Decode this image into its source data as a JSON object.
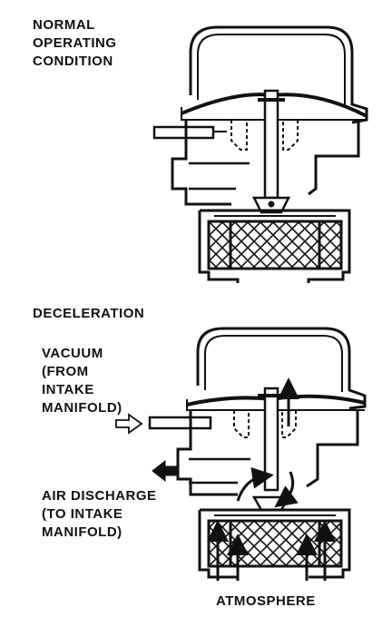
{
  "labels": {
    "top_condition": "NORMAL\nOPERATING\nCONDITION",
    "second_condition": "DECELERATION",
    "vacuum": "VACUUM\n(FROM\nINTAKE\nMANIFOLD)",
    "air_discharge": "AIR DISCHARGE\n(TO INTAKE\nMANIFOLD)",
    "atmosphere": "ATMOSPHERE"
  },
  "colors": {
    "ink": "#111111",
    "paper": "#ffffff"
  }
}
